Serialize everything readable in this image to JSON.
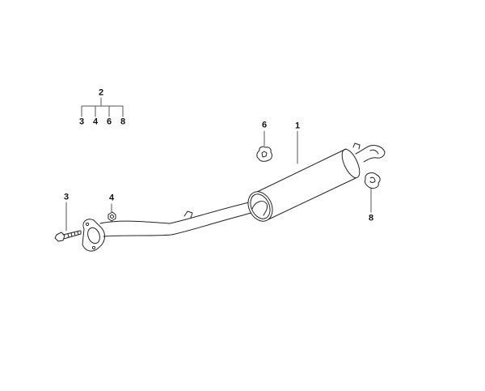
{
  "diagram": {
    "type": "exploded parts diagram",
    "subject": "exhaust rear silencer / center pipe assembly"
  },
  "group_callout": {
    "parent": "2",
    "children": [
      "3",
      "4",
      "6",
      "8"
    ]
  },
  "callouts": [
    {
      "id": "1",
      "label": "1",
      "part": "silencer with pipe"
    },
    {
      "id": "3",
      "label": "3",
      "part": "bolt"
    },
    {
      "id": "4",
      "label": "4",
      "part": "nut"
    },
    {
      "id": "6",
      "label": "6",
      "part": "rubber mount"
    },
    {
      "id": "8",
      "label": "8",
      "part": "rubber mount"
    }
  ],
  "colors": {
    "line": "#222222",
    "background": "#ffffff"
  }
}
